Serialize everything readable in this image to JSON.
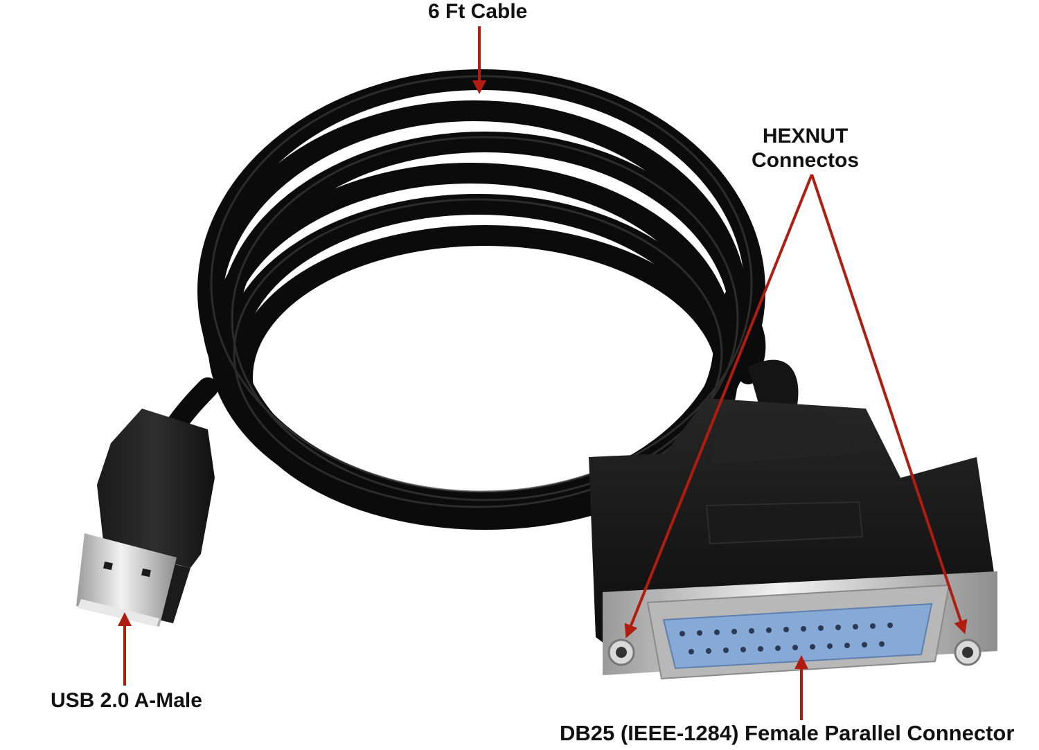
{
  "labels": {
    "cable": "6 Ft Cable",
    "hexnut_line1": "HEXNUT",
    "hexnut_line2": "Connectos",
    "usb": "USB 2.0 A-Male",
    "db25": "DB25 (IEEE-1284) Female Parallel Connector"
  },
  "colors": {
    "arrow": "#b01c10",
    "cable": "#0b0b0b",
    "connector_blue": "#86a9d6",
    "metal": "#c8c8c8"
  },
  "icons": {
    "arrow": "arrowhead",
    "usb_plug": "usb-a-plug-icon",
    "db25": "db25-connector-icon"
  }
}
